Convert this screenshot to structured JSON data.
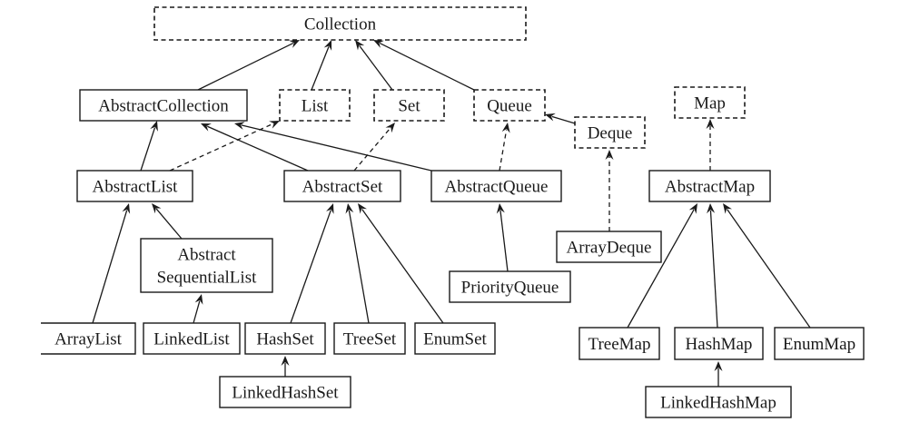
{
  "diagram": {
    "title": "Java Collections Framework hierarchy",
    "colors": {
      "line": "#1a1a1a",
      "background": "#ffffff"
    },
    "nodes": [
      {
        "id": "collection",
        "label": "Collection",
        "kind": "interface"
      },
      {
        "id": "abstract_collection",
        "label": "AbstractCollection",
        "kind": "class"
      },
      {
        "id": "list",
        "label": "List",
        "kind": "interface"
      },
      {
        "id": "set",
        "label": "Set",
        "kind": "interface"
      },
      {
        "id": "queue",
        "label": "Queue",
        "kind": "interface"
      },
      {
        "id": "deque",
        "label": "Deque",
        "kind": "interface"
      },
      {
        "id": "map",
        "label": "Map",
        "kind": "interface"
      },
      {
        "id": "abstract_list",
        "label": "AbstractList",
        "kind": "class"
      },
      {
        "id": "abstract_set",
        "label": "AbstractSet",
        "kind": "class"
      },
      {
        "id": "abstract_queue",
        "label": "AbstractQueue",
        "kind": "class"
      },
      {
        "id": "abstract_map",
        "label": "AbstractMap",
        "kind": "class"
      },
      {
        "id": "abstract_sequential_list",
        "label": "Abstract\nSequentialList",
        "lines": [
          "Abstract",
          "SequentialList"
        ],
        "kind": "class"
      },
      {
        "id": "array_deque",
        "label": "ArrayDeque",
        "kind": "class"
      },
      {
        "id": "priority_queue",
        "label": "PriorityQueue",
        "kind": "class"
      },
      {
        "id": "array_list",
        "label": "ArrayList",
        "kind": "class"
      },
      {
        "id": "linked_list",
        "label": "LinkedList",
        "kind": "class"
      },
      {
        "id": "hash_set",
        "label": "HashSet",
        "kind": "class"
      },
      {
        "id": "tree_set",
        "label": "TreeSet",
        "kind": "class"
      },
      {
        "id": "enum_set",
        "label": "EnumSet",
        "kind": "class"
      },
      {
        "id": "linked_hash_set",
        "label": "LinkedHashSet",
        "kind": "class"
      },
      {
        "id": "tree_map",
        "label": "TreeMap",
        "kind": "class"
      },
      {
        "id": "hash_map",
        "label": "HashMap",
        "kind": "class"
      },
      {
        "id": "enum_map",
        "label": "EnumMap",
        "kind": "class"
      },
      {
        "id": "linked_hash_map",
        "label": "LinkedHashMap",
        "kind": "class"
      }
    ],
    "edges": [
      {
        "from": "abstract_collection",
        "to": "collection",
        "style": "solid"
      },
      {
        "from": "list",
        "to": "collection",
        "style": "solid"
      },
      {
        "from": "set",
        "to": "collection",
        "style": "solid"
      },
      {
        "from": "queue",
        "to": "collection",
        "style": "solid"
      },
      {
        "from": "deque",
        "to": "queue",
        "style": "solid"
      },
      {
        "from": "abstract_list",
        "to": "abstract_collection",
        "style": "solid"
      },
      {
        "from": "abstract_list",
        "to": "list",
        "style": "dashed"
      },
      {
        "from": "abstract_set",
        "to": "abstract_collection",
        "style": "solid"
      },
      {
        "from": "abstract_set",
        "to": "set",
        "style": "dashed"
      },
      {
        "from": "abstract_queue",
        "to": "abstract_collection",
        "style": "solid"
      },
      {
        "from": "abstract_queue",
        "to": "queue",
        "style": "dashed"
      },
      {
        "from": "abstract_map",
        "to": "map",
        "style": "dashed"
      },
      {
        "from": "array_deque",
        "to": "deque",
        "style": "dashed"
      },
      {
        "from": "priority_queue",
        "to": "abstract_queue",
        "style": "solid"
      },
      {
        "from": "abstract_sequential_list",
        "to": "abstract_list",
        "style": "solid"
      },
      {
        "from": "array_list",
        "to": "abstract_list",
        "style": "solid"
      },
      {
        "from": "linked_list",
        "to": "abstract_sequential_list",
        "style": "solid"
      },
      {
        "from": "hash_set",
        "to": "abstract_set",
        "style": "solid"
      },
      {
        "from": "tree_set",
        "to": "abstract_set",
        "style": "solid"
      },
      {
        "from": "enum_set",
        "to": "abstract_set",
        "style": "solid"
      },
      {
        "from": "linked_hash_set",
        "to": "hash_set",
        "style": "solid"
      },
      {
        "from": "tree_map",
        "to": "abstract_map",
        "style": "solid"
      },
      {
        "from": "hash_map",
        "to": "abstract_map",
        "style": "solid"
      },
      {
        "from": "enum_map",
        "to": "abstract_map",
        "style": "solid"
      },
      {
        "from": "linked_hash_map",
        "to": "hash_map",
        "style": "solid"
      }
    ]
  }
}
